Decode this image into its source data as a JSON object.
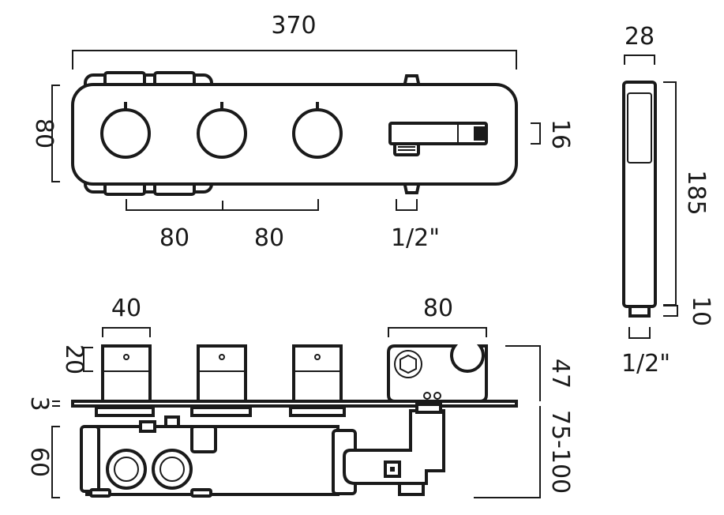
{
  "dimensions": {
    "overall_width": "370",
    "plate_height": "80",
    "spacing_a": "80",
    "spacing_b": "80",
    "outlet_height": "16",
    "outlet_thread": "1/2\"",
    "handset_width": "28",
    "handset_length": "185",
    "handset_thread_length": "10",
    "handset_thread": "1/2\"",
    "handle_width": "40",
    "bracket_width": "80",
    "handle_depth": "20",
    "plate_thickness": "3",
    "body_depth": "60",
    "projection": "47",
    "wall_depth": "75-100"
  }
}
